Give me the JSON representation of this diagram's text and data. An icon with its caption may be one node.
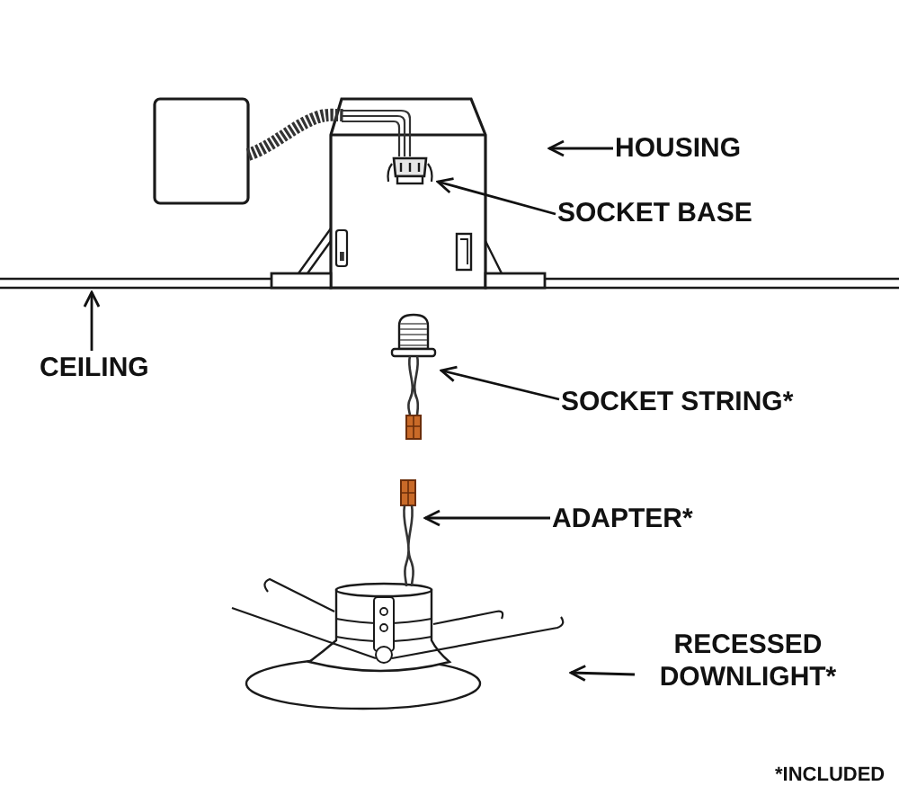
{
  "diagram": {
    "nodes": [
      {
        "text": [
          "HOUSING"
        ]
      },
      {
        "text": [],
        "shape": "picture"
      },
      {
        "text": [
          "SOCKET BASE"
        ]
      },
      {
        "text": [],
        "shape": "picture",
        "in": 1
      },
      {
        "text": [
          "CEILING"
        ]
      },
      {
        "text": [],
        "shape": "picture"
      },
      {
        "text": [
          "SOCKET STRING*"
        ]
      },
      {
        "text": [],
        "shape": "picture"
      },
      {
        "text": [
          "ADAPTER*"
        ]
      },
      {
        "text": [],
        "shape": "picture"
      },
      {
        "text": [
          "RECESSED DOWNLIGHT*"
        ]
      },
      {
        "text": [],
        "shape": "picture"
      }
    ],
    "edges": [
      {
        "from": 0,
        "to": 1,
        "arrow": "to"
      },
      {
        "from": 2,
        "to": 3,
        "arrow": "to"
      },
      {
        "from": 4,
        "to": 5,
        "arrow": "to"
      },
      {
        "from": 6,
        "to": 7,
        "arrow": "to"
      },
      {
        "from": 8,
        "to": 9,
        "arrow": "to"
      },
      {
        "from": 10,
        "to": 11,
        "arrow": "to"
      }
    ],
    "labels": [
      "*INCLUDED"
    ]
  }
}
